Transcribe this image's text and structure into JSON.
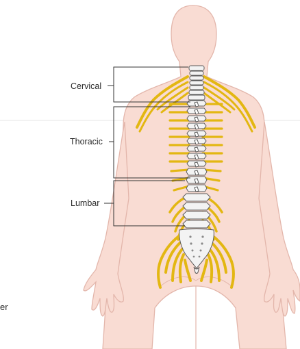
{
  "regions": {
    "cervical": "Cervical",
    "thoracic": "Thoracic",
    "lumbar": "Lumbar"
  },
  "edge_text": "er",
  "colors": {
    "skin": "#f9dcd3",
    "skin_outline": "#e3b6ab",
    "nerve": "#e3b712",
    "nerve_outline": "#b98f00",
    "bone": "#f3f3f3",
    "bone_outline": "#5a5a5a",
    "bracket": "#333333"
  }
}
